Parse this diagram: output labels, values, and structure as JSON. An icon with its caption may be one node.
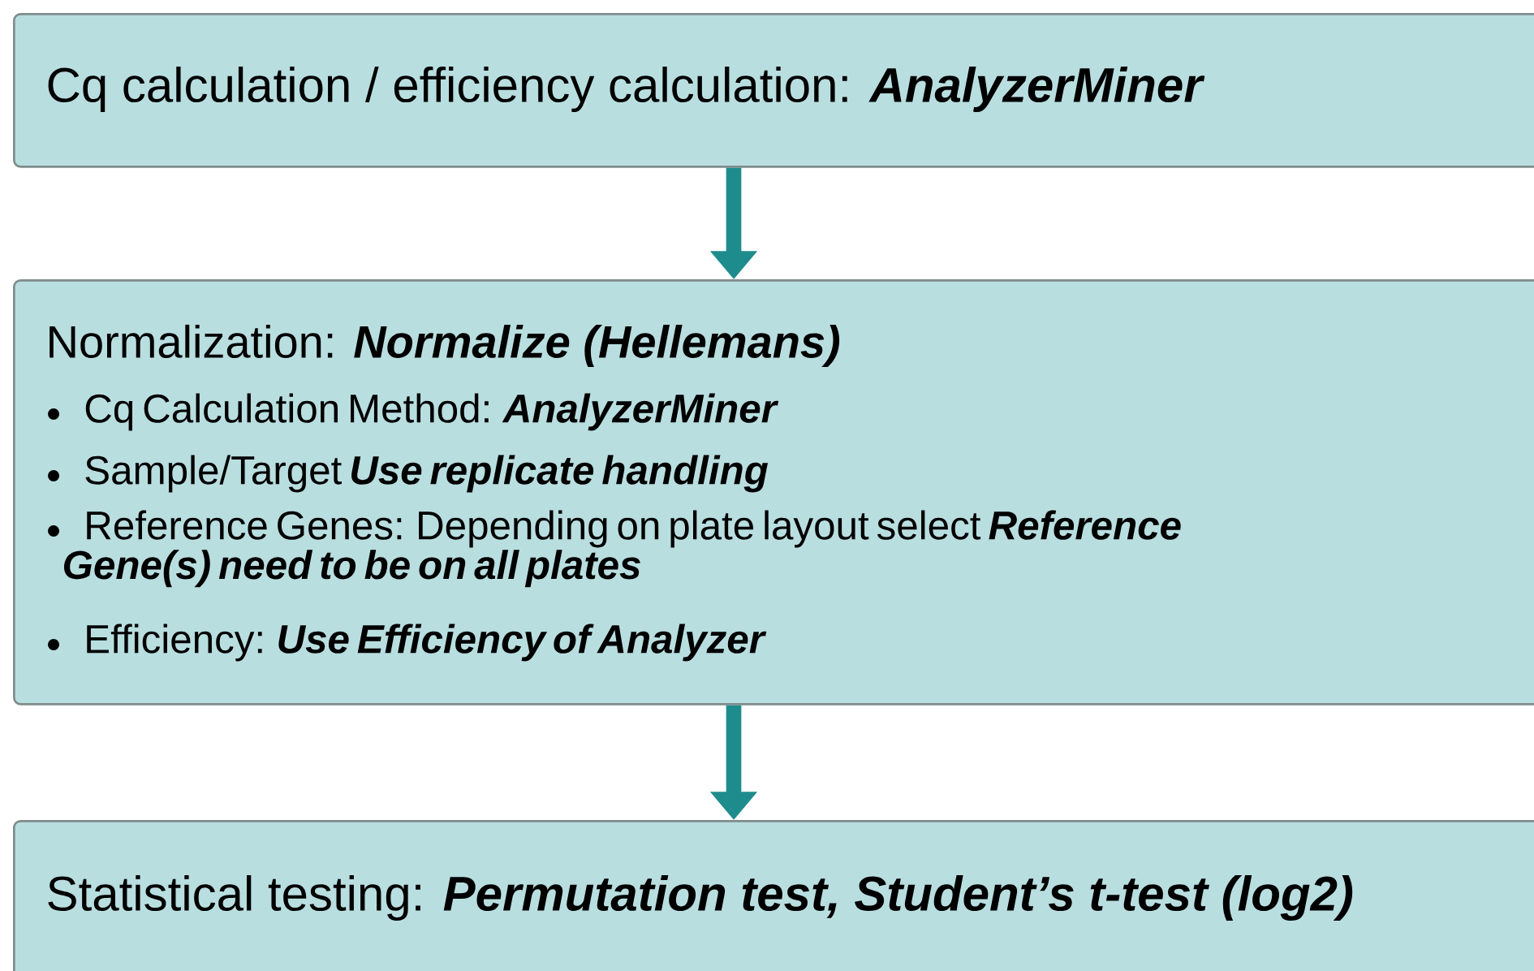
{
  "diagram": {
    "nodes": [
      {
        "text": [
          "Cq calculation / efficiency calculation: **AnalyzerMiner**"
        ]
      },
      {
        "text": [
          "Normalization: **Normalize (Hellemans)**",
          "Cq Calculation Method: **AnalyzerMiner**",
          "Sample/Target **Use replicate handling**",
          "Reference Genes: Depending on plate layout select **Reference Gene(s) need to be on all plates**",
          "Efficiency: **Use Efficiency of Analyzer**"
        ]
      },
      {
        "text": [
          "Statistical testing: **Permutation test, Student’s t-test (log2)**"
        ]
      }
    ],
    "edges": [
      {
        "from": 0,
        "to": 1,
        "arrow": "to"
      },
      {
        "from": 1,
        "to": 2,
        "arrow": "to"
      }
    ]
  }
}
